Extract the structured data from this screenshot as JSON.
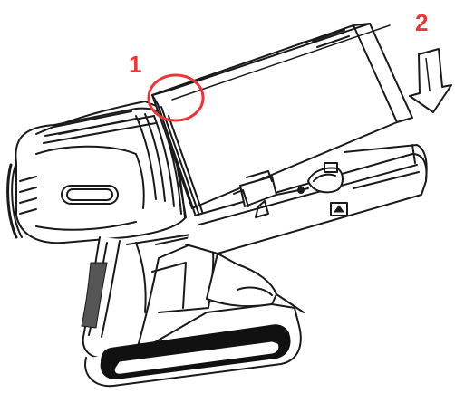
{
  "diagram": {
    "step_labels": [
      "1",
      "2"
    ],
    "step_color": "#e8373a",
    "line_color": "#1a1a1a",
    "arrow_direction": "down",
    "icons": {
      "highlight_circle": "circle-highlight-icon",
      "arrow": "arrow-down-icon"
    }
  }
}
